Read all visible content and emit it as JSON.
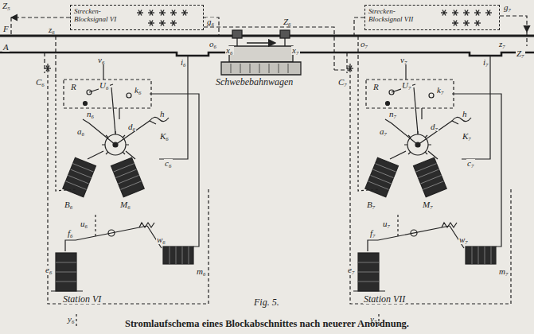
{
  "diagram": {
    "caption": "Stromlaufschema eines Blockabschnittes nach neuerer Anordnung.",
    "nodes": [
      {
        "text": [
          "Strecken- Blocksignal VI"
        ]
      },
      {
        "text": [
          "Strecken- Blocksignal VII"
        ]
      }
    ],
    "labels": [
      "Z₅",
      "Z₆",
      "g₆",
      "Z₇",
      "g₇",
      "F",
      "A",
      "z₆",
      "v₆",
      "i₆",
      "o₆",
      "x₆",
      "x₇",
      "Schwebebahnwagen",
      "z₇",
      "v₇",
      "i₇",
      "o₇",
      "C₆",
      "R",
      "U₆",
      "n₆",
      "k₆",
      "a₆",
      "d₆",
      "h",
      "K₆",
      "c₆",
      "B₆",
      "M₆",
      "u₆",
      "f₆",
      "w₆",
      "m₆",
      "e₆",
      "Station VI",
      "y₆",
      "C₇",
      "R",
      "U₇",
      "n₇",
      "k₇",
      "a₇",
      "d₇",
      "h",
      "K₇",
      "c₇",
      "B₇",
      "M₇",
      "u₇",
      "f₇",
      "w₇",
      "m₇",
      "e₇",
      "Station VII",
      "y₇",
      "Fig. 5."
    ]
  }
}
